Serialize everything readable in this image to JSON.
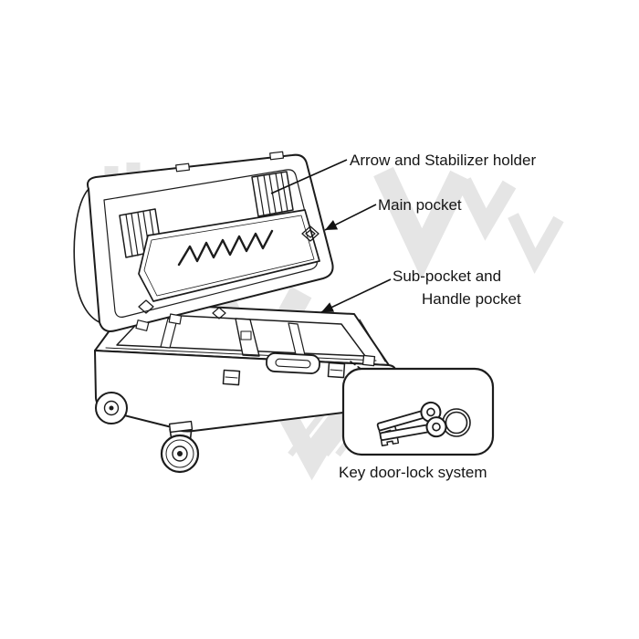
{
  "diagram": {
    "labels": {
      "arrow_stabilizer": "Arrow and Stabilizer holder",
      "main_pocket": "Main pocket",
      "sub_pocket_1": "Sub-pocket and",
      "sub_pocket_2": "Handle pocket",
      "key_lock": "Key door-lock system"
    },
    "colors": {
      "line": "#1c1c1c",
      "watermark": "#e5e5e5",
      "mesh_dark": "#3a3a3a",
      "mesh_light": "#ececec",
      "background": "#ffffff"
    },
    "icons": {
      "case": "open-bow-case-illustration",
      "keys": "keys-with-ring-illustration",
      "bubble": "callout-bubble"
    }
  }
}
